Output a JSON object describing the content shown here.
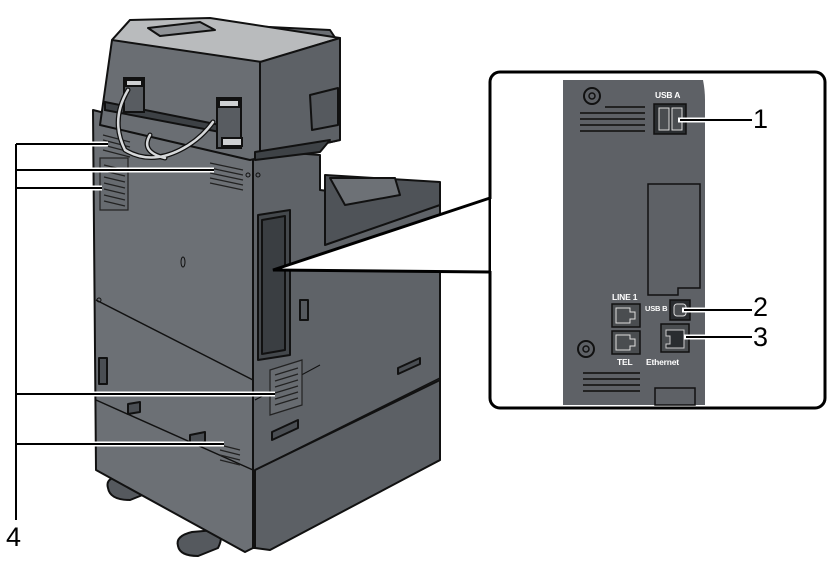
{
  "figure": {
    "subject": "Printer rear view",
    "colors": {
      "body": "#6a6e73",
      "body_dark": "#55595e",
      "body_light": "#7a7e83",
      "top_light": "#b9bbbd",
      "outline": "#111111",
      "cable": "#cfd1d3",
      "background": "#ffffff"
    }
  },
  "callouts": [
    {
      "number": "1",
      "target": "USB A port"
    },
    {
      "number": "2",
      "target": "USB B port"
    },
    {
      "number": "3",
      "target": "Ethernet port"
    },
    {
      "number": "4",
      "target": "Ventilation holes"
    }
  ],
  "inset": {
    "labels": {
      "usb_a": "USB A",
      "usb_b": "USB B",
      "line1": "LINE 1",
      "tel": "TEL",
      "ethernet": "Ethernet"
    }
  }
}
